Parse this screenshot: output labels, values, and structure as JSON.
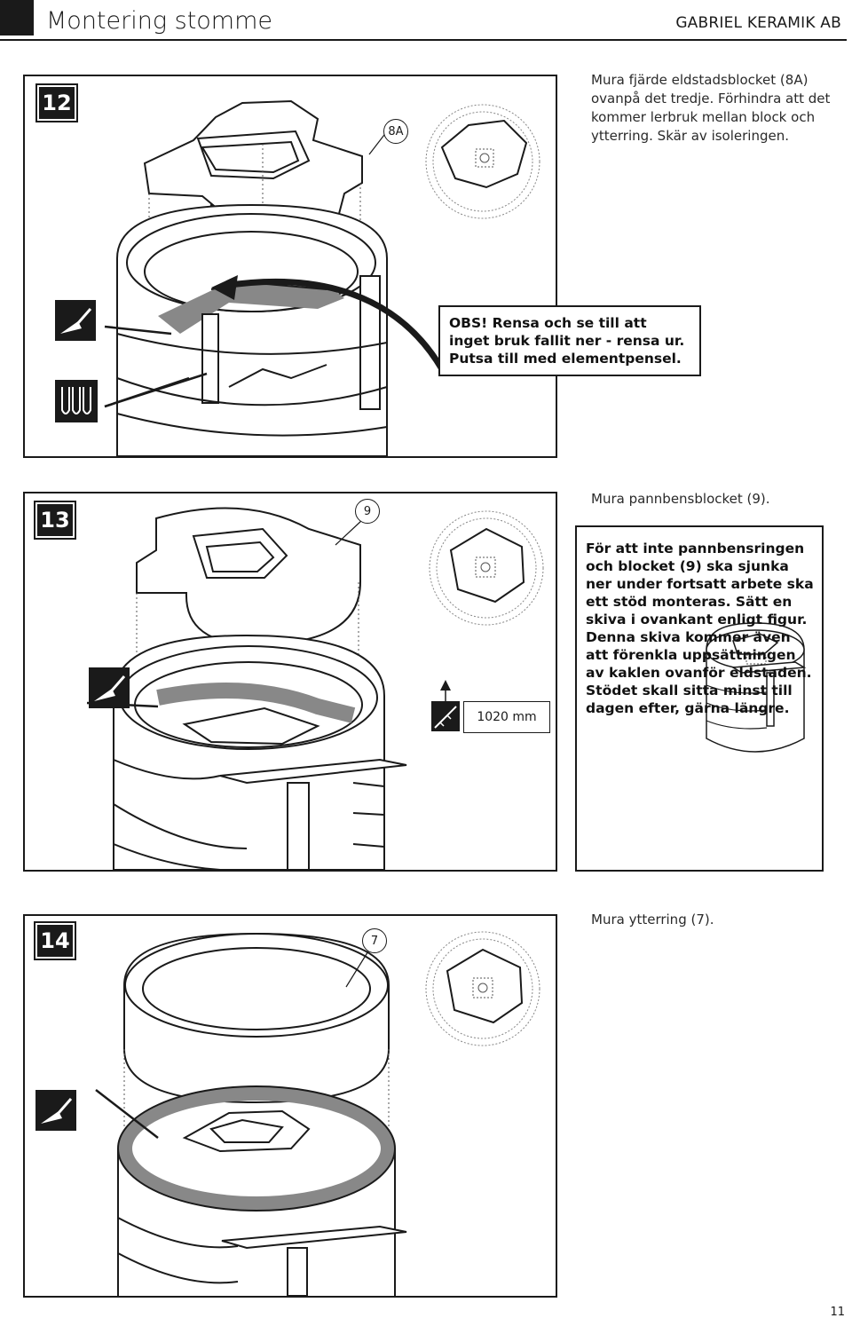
{
  "header": {
    "title": "Montering stomme",
    "company": "GABRIEL KERAMIK AB"
  },
  "step12": {
    "number": "12",
    "callout": "8A",
    "instruction": "Mura fjärde eldstadsblocket (8A) ovanpå det tredje. Förhindra att det kommer lerbruk mellan block och ytterring. Skär av isoleringen.",
    "obs_text": "OBS! Rensa och se till att inget bruk fallit ner - rensa ur. Putsa till med elementpensel.",
    "icons": [
      "trowel-icon",
      "brush-icon"
    ]
  },
  "step13": {
    "number": "13",
    "callout": "9",
    "measure": "1020 mm",
    "instruction": "Mura pannbensblocket (9).",
    "info_text": "För att inte pannbensringen och blocket (9) ska sjunka ner under fortsatt arbete ska ett stöd monteras. Sätt en skiva i ovankant enligt figur. Denna skiva kommer även att förenkla uppsättningen av kaklen ovanför eldstaden. Stödet skall sitta minst till dagen efter, gärna längre.",
    "icons": [
      "trowel-icon",
      "ruler-icon"
    ]
  },
  "step14": {
    "number": "14",
    "callout": "7",
    "instruction": "Mura ytterring (7).",
    "icons": [
      "trowel-icon"
    ]
  },
  "page_number": "11"
}
